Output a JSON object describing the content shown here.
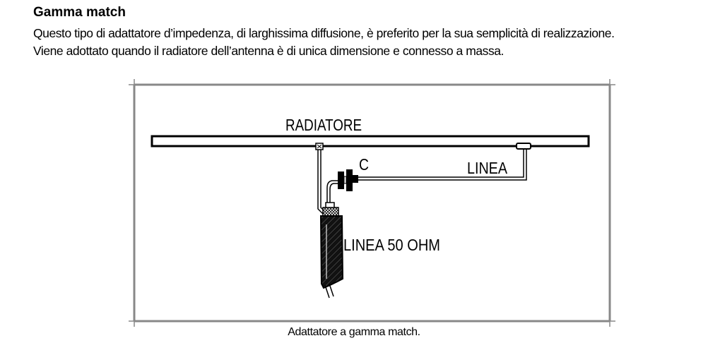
{
  "document": {
    "heading": "Gamma match",
    "paragraph_lines": [
      "Questo tipo di adattatore d’impedenza, di larghissima diffusione, è preferito per la sua semplicità di realizzazione.",
      "Viene adottato quando il radiatore dell’antenna è di unica dimensione e connesso a massa."
    ]
  },
  "figure": {
    "labels": {
      "radiator": "RADIATORE",
      "capacitor": "C",
      "line": "LINEA",
      "coax": "LINEA 50 OHM"
    },
    "caption": "Adattatore a gamma match."
  }
}
